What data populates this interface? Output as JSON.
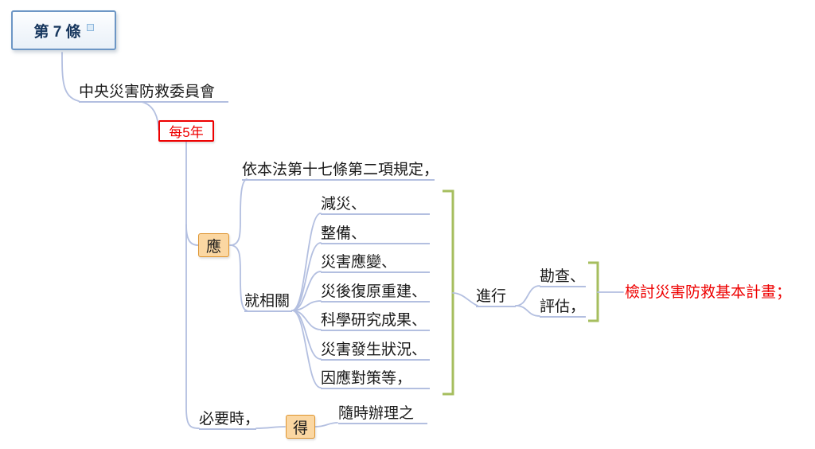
{
  "map": {
    "root": {
      "label": "第 7 條"
    },
    "committee": {
      "label": "中央災害防救委員會"
    },
    "every_5_years": {
      "label": "每5年"
    },
    "should": {
      "label": "應"
    },
    "per_law": {
      "label": "依本法第十七條第二項規定，"
    },
    "regarding": {
      "label": "就相關"
    },
    "aspects": [
      "減災、",
      "整備、",
      "災害應變、",
      "災後復原重建、",
      "科學研究成果、",
      "災害發生狀況、",
      "因應對策等，"
    ],
    "conduct": {
      "label": "進行"
    },
    "survey": {
      "label": "勘查、"
    },
    "assess": {
      "label": "評估，"
    },
    "review": {
      "label": "檢討災害防救基本計畫；"
    },
    "when_necessary": {
      "label": "必要時，"
    },
    "may": {
      "label": "得"
    },
    "handle_anytime": {
      "label": "隨時辦理之"
    }
  },
  "colors": {
    "connector": "#B3BFE0",
    "bracket": "#A6BE5E",
    "red": "#EE0000",
    "orangeFill": "#FBD7A2",
    "orangeBorder": "#DE9531",
    "rootBorder": "#6D96C5",
    "rootText": "#17375E"
  }
}
